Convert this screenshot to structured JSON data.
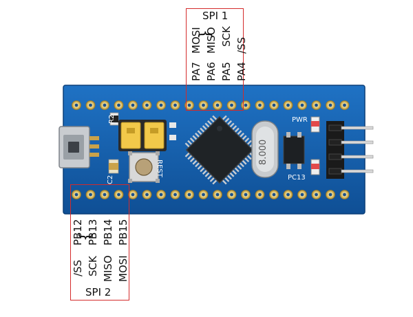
{
  "spi1": {
    "title": "SPI 1",
    "signals": [
      "MOSI",
      "MISO",
      "SCK",
      "/SS"
    ],
    "pins": [
      "PA7",
      "PA6",
      "PA5",
      "PA4"
    ]
  },
  "spi2": {
    "title": "SPI 2",
    "signals": [
      "/SS",
      "SCK",
      "MISO",
      "MOSI"
    ],
    "pins": [
      "PB12",
      "PB13",
      "PB14",
      "PB15"
    ]
  },
  "board": {
    "silkscreen": {
      "r2": "R2",
      "c2": "C2",
      "reset": "REST",
      "pwr": "PWR",
      "pc13": "PC13",
      "crystal": "8.000"
    }
  },
  "colors": {
    "pcb": "#1565b8",
    "frame": "#d42a2a",
    "gold": "#d8b24a",
    "jumper": "#f2c94a"
  },
  "icons": [
    "usb-connector-icon",
    "chip-icon",
    "crystal-icon",
    "header-pin-icon"
  ]
}
